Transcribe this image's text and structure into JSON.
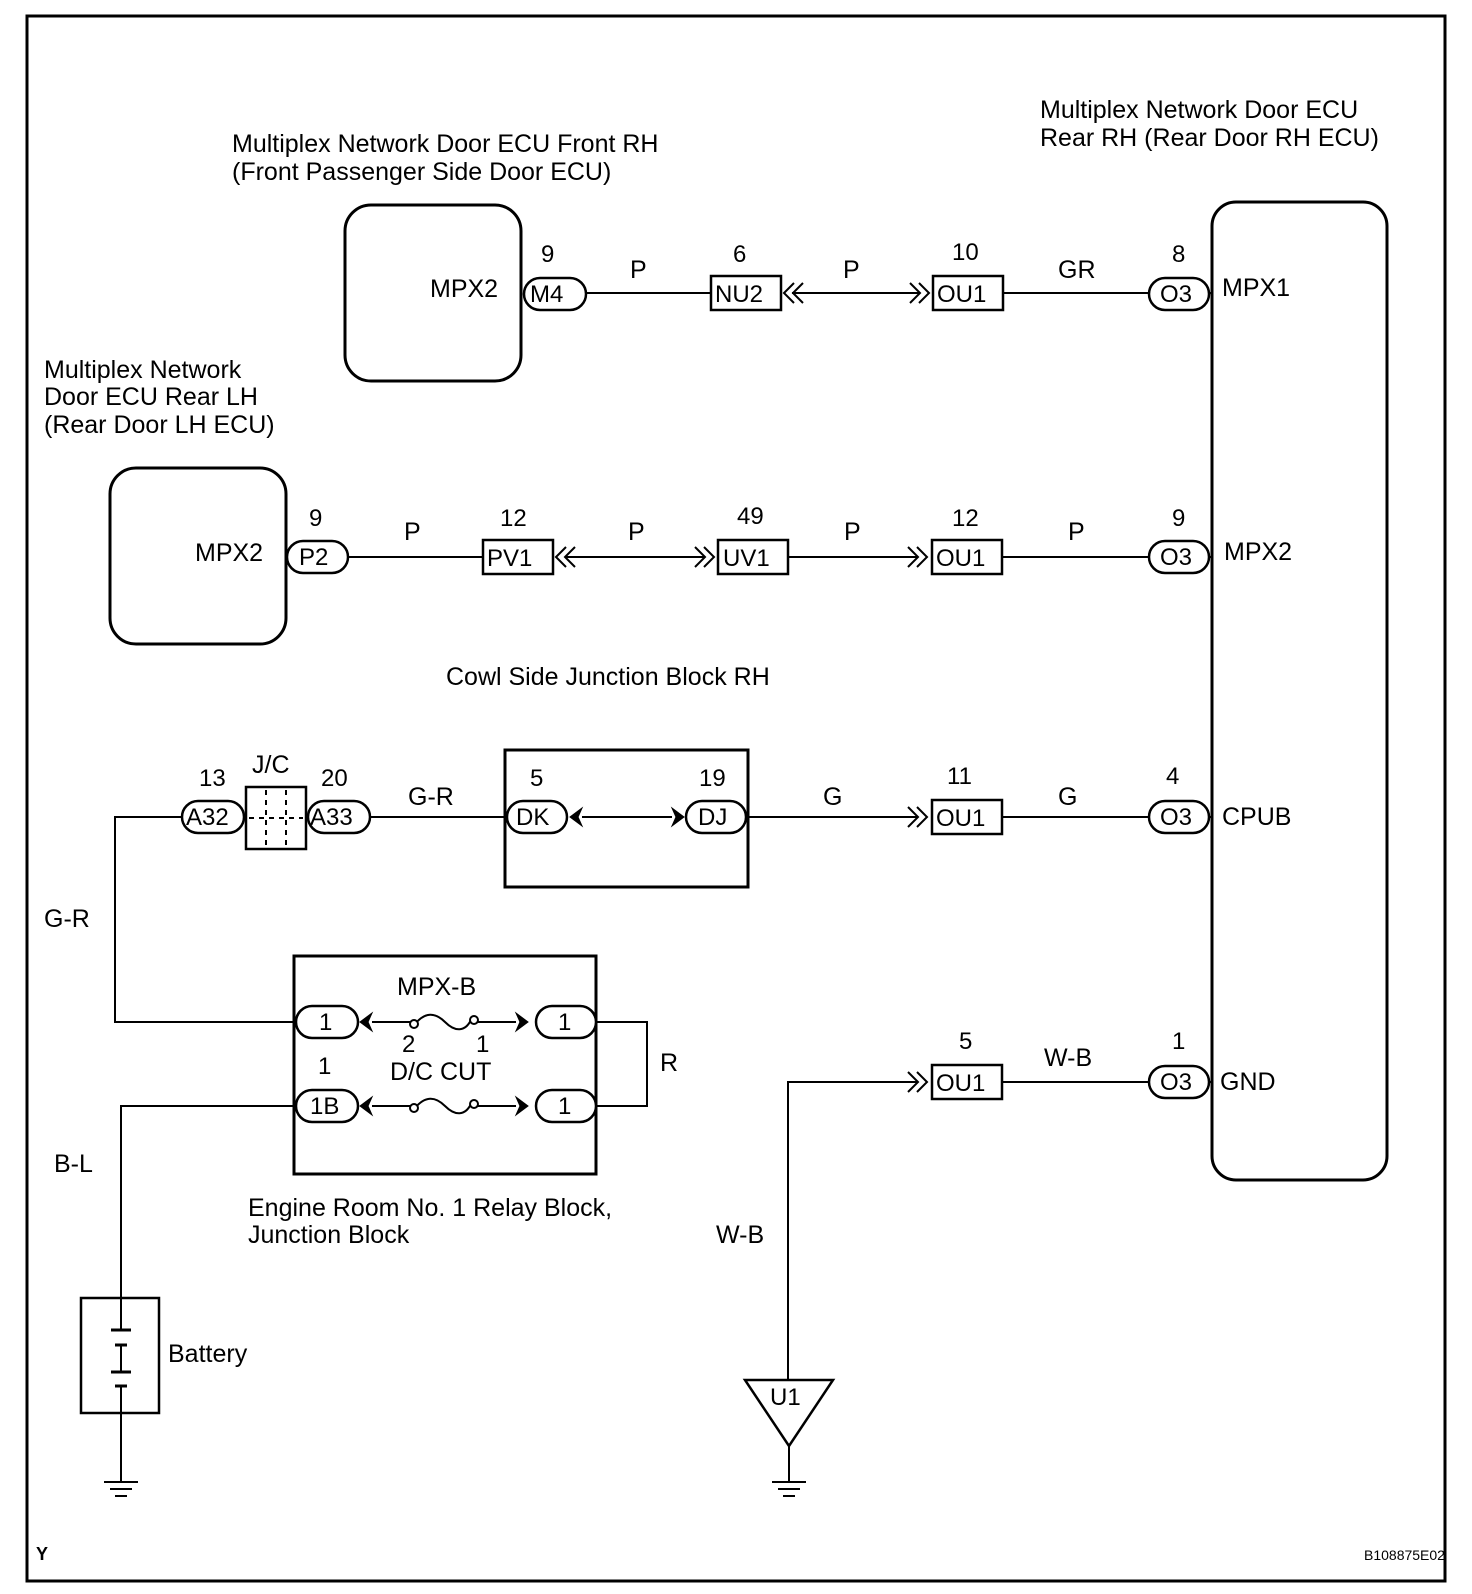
{
  "components": {
    "ecu_front_rh": {
      "line1": "Multiplex Network Door ECU Front RH",
      "line2": "(Front Passenger Side Door ECU)",
      "terminal": "MPX2"
    },
    "ecu_rear_rh": {
      "line1": "Multiplex Network Door ECU",
      "line2": "Rear RH (Rear Door RH ECU)",
      "terminals": [
        "MPX1",
        "MPX2",
        "CPUB",
        "GND"
      ]
    },
    "ecu_rear_lh": {
      "line1": "Multiplex Network",
      "line2": "Door ECU Rear LH",
      "line3": "(Rear Door LH ECU)",
      "terminal": "MPX2"
    },
    "cowl_jb": {
      "label": "Cowl Side Junction Block RH"
    },
    "jc": {
      "label": "J/C"
    },
    "relay_block": {
      "line1": "Engine Room No. 1 Relay Block,",
      "line2": "Junction Block",
      "fuse1": "MPX-B",
      "fuse2": "D/C CUT"
    },
    "battery": {
      "label": "Battery"
    },
    "ground": {
      "label": "U1"
    }
  },
  "wire_colors": [
    "P",
    "GR",
    "G-R",
    "G",
    "W-B",
    "R",
    "B-L"
  ],
  "row1": {
    "pins": [
      "9",
      "6",
      "10",
      "8"
    ],
    "connectors": [
      "M4",
      "NU2",
      "OU1",
      "O3"
    ],
    "wires": [
      "P",
      "P",
      "GR"
    ]
  },
  "row2": {
    "pins": [
      "9",
      "12",
      "49",
      "12",
      "9"
    ],
    "connectors": [
      "P2",
      "PV1",
      "UV1",
      "OU1",
      "O3"
    ],
    "wires": [
      "P",
      "P",
      "P",
      "P"
    ]
  },
  "row3": {
    "pins": [
      "13",
      "20",
      "5",
      "19",
      "11",
      "4"
    ],
    "connectors": [
      "A32",
      "A33",
      "DK",
      "DJ",
      "OU1",
      "O3"
    ],
    "wires": [
      "G-R",
      "G",
      "G",
      "G-R"
    ]
  },
  "row4": {
    "pins": [
      "5",
      "1"
    ],
    "connectors": [
      "OU1",
      "O3"
    ],
    "wires": [
      "W-B",
      "W-B"
    ]
  },
  "relay_pins": {
    "p2": "2",
    "p1": "1",
    "p1b_num": "1",
    "conn_1": "1",
    "conn_1b": "1B"
  },
  "left_wires": {
    "top": "G-R",
    "bottom": "B-L"
  },
  "footer": {
    "left": "Y",
    "right": "B108875E02"
  }
}
